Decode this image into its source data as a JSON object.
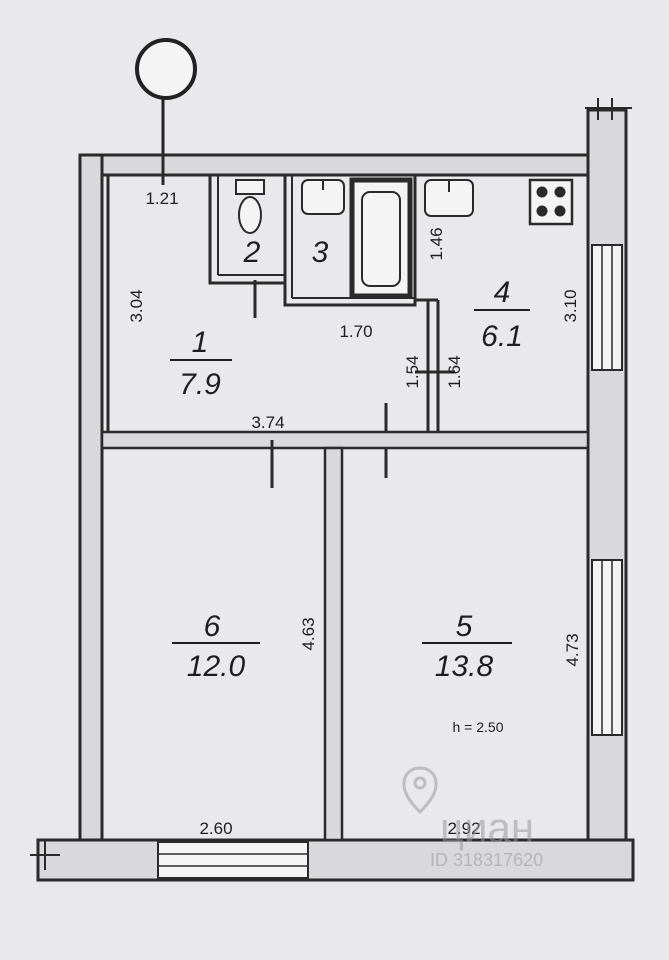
{
  "rooms": [
    {
      "id": "1",
      "label": "1",
      "area": "7.9"
    },
    {
      "id": "2",
      "label": "2",
      "area": ""
    },
    {
      "id": "3",
      "label": "3",
      "area": ""
    },
    {
      "id": "4",
      "label": "4",
      "area": "6.1"
    },
    {
      "id": "5",
      "label": "5",
      "area": "13.8"
    },
    {
      "id": "6",
      "label": "6",
      "area": "12.0"
    }
  ],
  "dimensions": {
    "top_corridor": "1.21",
    "hall_left": "3.04",
    "bath_width": "1.70",
    "hall_bottom": "3.74",
    "hall_right": "1.54",
    "kitchen_left_top": "1.46",
    "kitchen_left_bottom": "1.64",
    "kitchen_right": "3.10",
    "room6_right": "4.63",
    "room6_bottom": "2.60",
    "room5_right": "4.73",
    "room5_bottom": "2.92"
  },
  "ceiling_height": "h = 2.50",
  "watermark": {
    "brand": "циан",
    "id": "ID 318317620"
  }
}
